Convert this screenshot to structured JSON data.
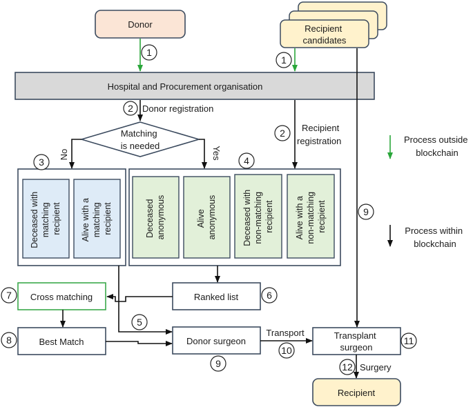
{
  "nodes": {
    "donor": "Donor",
    "recipient_candidates": [
      "Recipient",
      "candidates"
    ],
    "hospital": "Hospital and Procurement organisation",
    "decision": [
      "Matching",
      "is needed"
    ],
    "cross_matching": "Cross matching",
    "ranked_list": "Ranked list",
    "best_match": "Best Match",
    "donor_surgeon": "Donor surgeon",
    "transplant_surgeon": [
      "Transplant",
      "surgeon"
    ],
    "recipient": "Recipient"
  },
  "categories": [
    [
      "Deceased with",
      "matching",
      "recipient"
    ],
    [
      "Alive with a",
      "matching",
      "recipient"
    ],
    [
      "Deceased",
      "anonymous"
    ],
    [
      "Alive",
      "anonymous"
    ],
    [
      "Deceased with",
      "non-matching",
      "recipient"
    ],
    [
      "Alive with a",
      "non-matching",
      "recipient"
    ]
  ],
  "edge_labels": {
    "donor_registration": "Donor registration",
    "recipient_registration": [
      "Recipient",
      "registration"
    ],
    "no": "No",
    "yes": "Yes",
    "transport": "Transport",
    "surgery": "Surgery"
  },
  "steps": [
    "1",
    "1",
    "2",
    "2",
    "3",
    "4",
    "5",
    "6",
    "7",
    "8",
    "9",
    "9",
    "10",
    "11",
    "12"
  ],
  "legend": {
    "outside": [
      "Process outside",
      "blockchain"
    ],
    "within": [
      "Process within",
      "blockchain"
    ]
  },
  "colors": {
    "donor_fill": "#fbe5d6",
    "recipient_fill": "#fff2cc",
    "hospital_fill": "#d9d9d9",
    "blue_fill": "#deebf7",
    "green_fill": "#e2f0d9",
    "stroke": "#3b4a5e",
    "green_arrow": "#2aa63a",
    "cross_border": "#3aa84a"
  }
}
